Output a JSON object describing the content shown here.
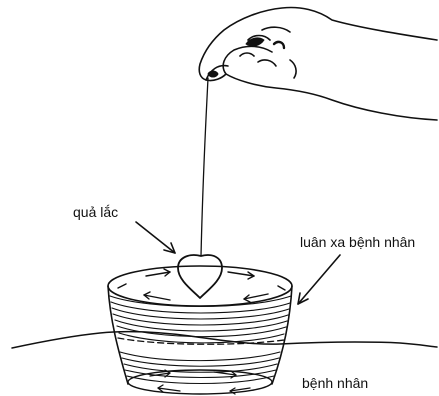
{
  "labels": {
    "pendulum": "quả lắc",
    "vortex": "luân xa bệnh nhân",
    "patient": "bệnh nhân"
  },
  "colors": {
    "ink": "#111111",
    "paper": "#ffffff"
  }
}
